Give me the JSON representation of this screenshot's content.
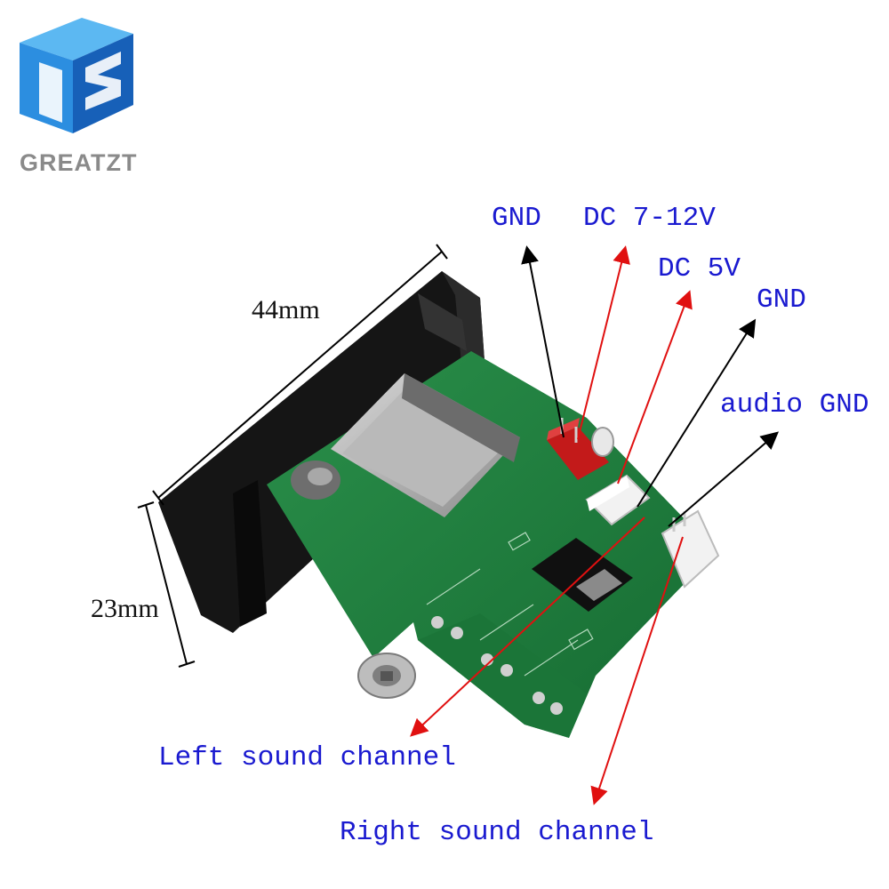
{
  "brand": {
    "name": "GREATZT",
    "logo_colors": {
      "blue_light": "#3aa0e8",
      "blue_dark": "#1760b8",
      "text_gray": "#8a8a8a"
    }
  },
  "dimensions": {
    "width_label": "44mm",
    "height_label": "23mm"
  },
  "pin_labels": {
    "gnd_top": "GND",
    "dc_7_12v": "DC 7-12V",
    "dc_5v": "DC 5V",
    "gnd_right": "GND",
    "audio_gnd": "audio GND",
    "left_channel": "Left sound channel",
    "right_channel": "Right sound channel"
  },
  "colors": {
    "label_text": "#1a1ad0",
    "arrow_black": "#000000",
    "arrow_red": "#e01010",
    "pcb_green": "#1f7a3c",
    "panel_black": "#151515"
  }
}
